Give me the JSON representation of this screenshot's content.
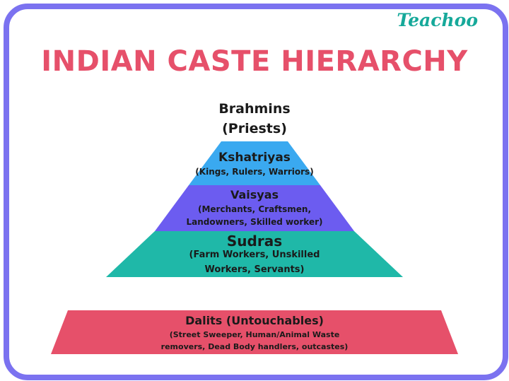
{
  "logo": "Teachoo",
  "title": "INDIAN CASTE HIERARCHY",
  "tiers": [
    {
      "name": "Brahmins",
      "desc": "(Priests)",
      "color": "#ffffff"
    },
    {
      "name": "Kshatriyas",
      "desc": "(Kings, Rulers, Warriors)",
      "color": "#3aa9f0"
    },
    {
      "name": "Vaisyas",
      "desc_lines": [
        "(Merchants, Craftsmen,",
        "Landowners, Skilled worker)"
      ],
      "color": "#6c5cf0"
    },
    {
      "name": "Sudras",
      "desc_lines": [
        "(Farm Workers, Unskilled",
        "Workers, Servants)"
      ],
      "color": "#1fb8a8"
    }
  ],
  "base": {
    "name": "Dalits (Untouchables)",
    "desc_lines": [
      "(Street Sweeper, Human/Animal Waste",
      "removers, Dead Body handlers, outcastes)"
    ],
    "color": "#e6506a"
  },
  "colors": {
    "frame": "#7b72f0",
    "title": "#e6506a",
    "logo": "#16a99a"
  }
}
